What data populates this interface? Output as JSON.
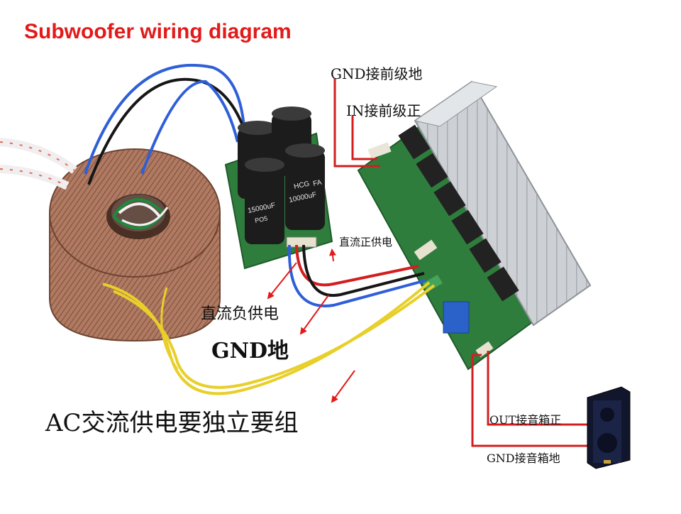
{
  "title": "Subwoofer wiring diagram",
  "labels": {
    "gnd_pre": "GND接前级地",
    "in_pre": "IN接前级正",
    "dc_pos": "直流正供电",
    "dc_neg": "直流负供电",
    "gnd": "GND地",
    "ac": "AC交流供电要独立要组",
    "out_pos": "OUT接音箱正",
    "gnd_spk": "GND接音箱地"
  },
  "capacitor_markings": {
    "brand": "HCG",
    "series": "FA",
    "value": "15000uF",
    "value_alt": "10000uF",
    "extra": "PO5"
  },
  "colors": {
    "title": "#e21a1a",
    "arrow": "#e21a1a",
    "wire_red": "#d21e1e",
    "wire_black": "#161616",
    "wire_blue": "#2f5fd8",
    "wire_yellow": "#e8cf2a",
    "wire_green": "#1e8a3c",
    "pcb": "#2f7d3d",
    "heatsink": "#c9ccd0"
  },
  "icons": [
    "toroidal-transformer-icon",
    "capacitor-icon",
    "heatsink-icon",
    "relay-icon",
    "speaker-icon"
  ]
}
